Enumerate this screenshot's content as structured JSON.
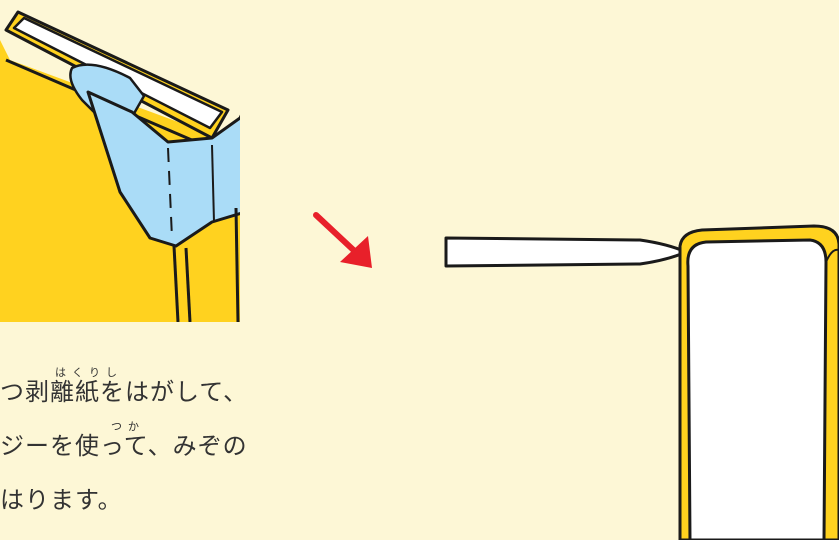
{
  "colors": {
    "background": "#fdf7d6",
    "book_yellow": "#ffd21f",
    "page_white": "#ffffff",
    "tape_blue": "#aadcf7",
    "arrow_red": "#e8202a",
    "outline": "#1a1a1a"
  },
  "icons": {
    "step_arrow": "arrow-down-right-icon"
  },
  "instructions": {
    "ruby_hakurishi": "はくりし",
    "line1": "つ剥離紙をはがして、",
    "ruby_tsuka": "つか",
    "line2": "ジーを使って、みぞの",
    "line3": "はります。"
  }
}
